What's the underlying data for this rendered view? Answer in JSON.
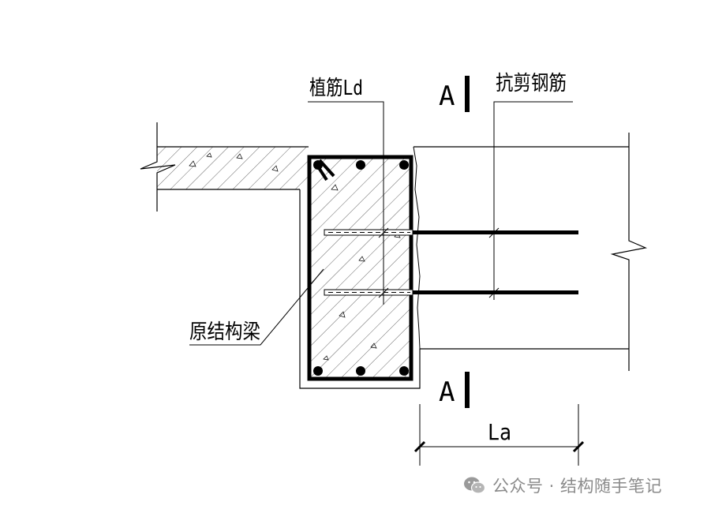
{
  "labels": {
    "planted_bar": "植筋Ld",
    "shear_bar": "抗剪钢筋",
    "original_beam": "原结构梁",
    "section_top": "A",
    "section_bottom": "A",
    "anchorage_length": "La"
  },
  "watermark": {
    "icon": "wechat-icon",
    "text": "公众号 · 结构随手笔记"
  },
  "colors": {
    "line": "#000000",
    "watermark": "#8a8a8a"
  }
}
